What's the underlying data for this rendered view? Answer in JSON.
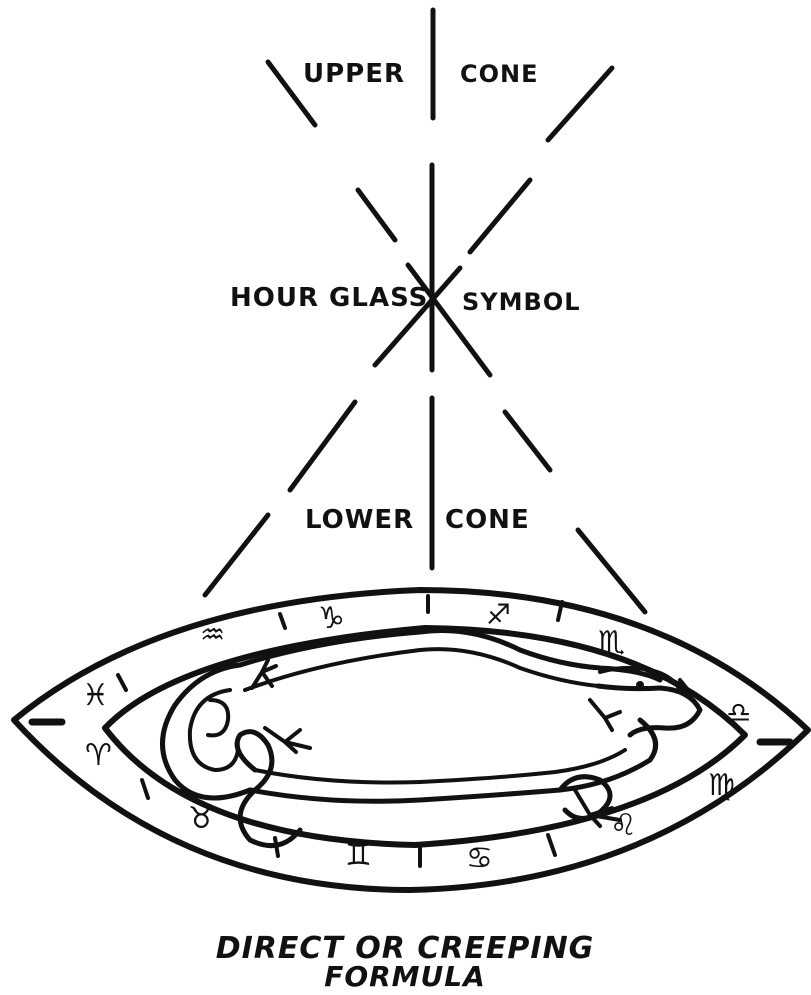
{
  "labels": {
    "upper_left": "UPPER",
    "upper_right": "CONE",
    "hourglass_left": "HOUR GLASS",
    "hourglass_right": "SYMBOL",
    "lower_left": "LOWER",
    "lower_right": "CONE",
    "caption_line1": "DIRECT OR CREEPING",
    "caption_line2": "FORMULA"
  },
  "zodiac_signs": {
    "capricorn": "♑",
    "aquarius": "♒",
    "pisces": "♓",
    "aries": "♈",
    "taurus": "♉",
    "gemini": "♊",
    "cancer": "♋",
    "leo": "♌",
    "virgo": "♍",
    "libra": "♎",
    "scorpio": "♏",
    "sagittarius": "♐"
  },
  "colors": {
    "ink": "#111111",
    "paper": "#ffffff"
  }
}
